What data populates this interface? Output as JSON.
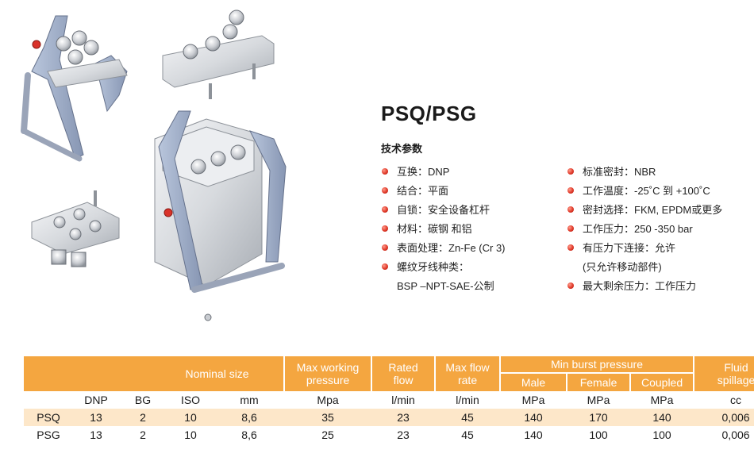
{
  "title": "PSQ/PSG",
  "subtitle": "技术参数",
  "specs_left": [
    {
      "text": "互换：DNP",
      "bullet": true
    },
    {
      "text": "结合：平面",
      "bullet": true
    },
    {
      "text": "自锁：安全设备杠杆",
      "bullet": true
    },
    {
      "text": "材料：碳钢 和铝",
      "bullet": true
    },
    {
      "text": "表面处理：Zn-Fe (Cr 3)",
      "bullet": true
    },
    {
      "text": "螺纹牙线种类：",
      "bullet": true
    },
    {
      "text": "BSP –NPT-SAE-公制",
      "bullet": false
    }
  ],
  "specs_right": [
    {
      "text": "标准密封：NBR",
      "bullet": true
    },
    {
      "text": "工作温度：-25˚C 到 +100˚C",
      "bullet": true
    },
    {
      "text": "密封选择：FKM, EPDM或更多",
      "bullet": true
    },
    {
      "text": "工作压力：250 -350 bar",
      "bullet": true
    },
    {
      "text": "有压力下连接：允许",
      "bullet": true
    },
    {
      "text": "(只允许移动部件)",
      "bullet": false
    },
    {
      "text": "最大剩余压力：工作压力",
      "bullet": true
    }
  ],
  "table": {
    "headers": {
      "nominal_size": "Nominal size",
      "max_working_pressure": "Max working pressure",
      "rated_flow": "Rated flow",
      "max_flow_rate": "Max flow rate",
      "min_burst_pressure": "Min burst pressure",
      "male": "Male",
      "female": "Female",
      "coupled": "Coupled",
      "fluid_spillage": "Fluid spillage"
    },
    "units": [
      "",
      "DNP",
      "BG",
      "ISO",
      "mm",
      "Mpa",
      "l/min",
      "l/min",
      "MPa",
      "MPa",
      "MPa",
      "cc"
    ],
    "rows": [
      [
        "PSQ",
        "13",
        "2",
        "10",
        "8,6",
        "35",
        "23",
        "45",
        "140",
        "170",
        "140",
        "0,006"
      ],
      [
        "PSG",
        "13",
        "2",
        "10",
        "8,6",
        "25",
        "23",
        "45",
        "140",
        "100",
        "100",
        "0,006"
      ]
    ]
  },
  "colors": {
    "header_bg": "#f4a640",
    "row_highlight": "#fde7c9",
    "bullet": "#e03a2a"
  }
}
